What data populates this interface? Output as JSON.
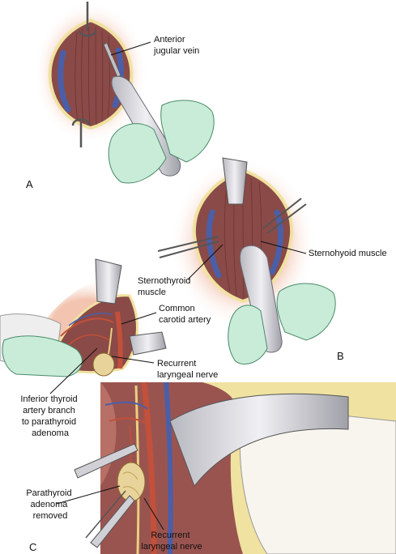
{
  "panels": {
    "a": "A",
    "b": "B",
    "c": "C"
  },
  "labels": {
    "anterior_jugular_vein": [
      "Anterior",
      "jugular vein"
    ],
    "sternohyoid_muscle": [
      "Sternohyoid muscle"
    ],
    "sternothyroid_muscle": [
      "Sternothyroid",
      "muscle"
    ],
    "common_carotid_artery": [
      "Common",
      "carotid artery"
    ],
    "recurrent_laryngeal_nerve_top": [
      "Recurrent",
      "laryngeal nerve"
    ],
    "inferior_thyroid_artery_branch": [
      "Inferior thyroid",
      "artery branch",
      "to parathyroid",
      "adenoma"
    ],
    "parathyroid_adenoma_removed": [
      "Parathyroid",
      "adenoma",
      "removed"
    ],
    "recurrent_laryngeal_nerve_bottom": [
      "Recurrent",
      "laryngeal nerve"
    ]
  },
  "colors": {
    "skin_halo": "#f3c4b0",
    "incision_edge": "#f0e2a0",
    "muscle": "#8a4a47",
    "muscle_dark": "#6e3534",
    "vein": "#4a5fa8",
    "artery": "#c2503a",
    "nerve": "#e8d080",
    "glove": "#c8ecd8",
    "glove_edge": "#4a8a6a",
    "instrument": "#d4d4d8",
    "instrument_dark": "#8a8a92",
    "adenoma": "#e8d49a"
  }
}
